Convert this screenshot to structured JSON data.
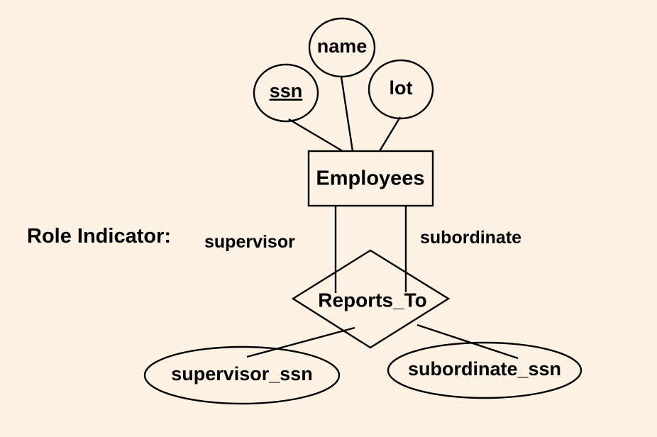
{
  "diagram": {
    "kind": "er-diagram",
    "title_text": "Role Indicator:",
    "background_color": "#FDF2E3",
    "line_color": "#000000",
    "text_color": "#000000",
    "entities": [
      {
        "id": "employees",
        "label": "Employees",
        "shape": "rectangle"
      }
    ],
    "relationships": [
      {
        "id": "reports_to",
        "label": "Reports_To",
        "shape": "diamond"
      }
    ],
    "attributes": [
      {
        "id": "ssn",
        "label": "ssn",
        "shape": "ellipse",
        "primary_key": true,
        "owner": "employees"
      },
      {
        "id": "name",
        "label": "name",
        "shape": "ellipse",
        "primary_key": false,
        "owner": "employees"
      },
      {
        "id": "lot",
        "label": "lot",
        "shape": "ellipse",
        "primary_key": false,
        "owner": "employees"
      },
      {
        "id": "supervisor_ssn",
        "label": "supervisor_ssn",
        "shape": "ellipse",
        "primary_key": false,
        "owner": "reports_to"
      },
      {
        "id": "subordinate_ssn",
        "label": "subordinate_ssn",
        "shape": "ellipse",
        "primary_key": false,
        "owner": "reports_to"
      }
    ],
    "role_labels": [
      {
        "id": "supervisor",
        "label": "supervisor"
      },
      {
        "id": "subordinate",
        "label": "subordinate"
      }
    ]
  }
}
